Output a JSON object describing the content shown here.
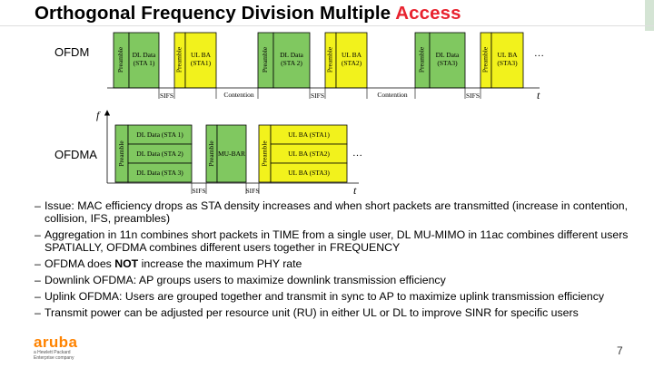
{
  "title": {
    "main": "Orthogonal Frequency Division Multiple ",
    "accent": "Access",
    "accent_color": "#e8232f"
  },
  "colors": {
    "green": "#80c860",
    "yellow": "#f2f21c",
    "logo": "#ff8300"
  },
  "ofdm": {
    "label": "OFDM",
    "preamble": "Preamble",
    "frames": [
      "DL Data\n(STA 1)",
      "UL BA\n(STA1)",
      "DL Data\n(STA 2)",
      "UL BA\n(STA2)",
      "DL Data\n(STA3)",
      "UL BA\n(STA3)"
    ],
    "gaps": [
      "SIFS",
      "Contention",
      "SIFS",
      "Contention",
      "SIFS"
    ],
    "ellipsis": "…",
    "axis": "t"
  },
  "ofdma": {
    "label": "OFDMA",
    "preamble": "Preamble",
    "axis_y": "f",
    "axis_x": "t",
    "dl": [
      "DL Data (STA 1)",
      "DL Data (STA 2)",
      "DL Data (STA 3)"
    ],
    "mubar": "MU-BAR",
    "ul": [
      "UL BA (STA1)",
      "UL BA (STA2)",
      "UL BA (STA3)"
    ],
    "gaps": [
      "SIFS",
      "SIFS"
    ],
    "ellipsis": "…"
  },
  "bullets": [
    {
      "text": "Issue: MAC efficiency drops as STA density increases and when short packets are transmitted (increase in contention, collision, IFS, preambles)"
    },
    {
      "text": "Aggregation in 11n combines short packets in TIME from a single user, DL MU-MIMO in 11ac combines different users SPATIALLY, OFDMA combines different users together in FREQUENCY"
    },
    {
      "pre": "OFDMA does ",
      "bold": "NOT",
      "post": " increase the maximum PHY rate"
    },
    {
      "text": "Downlink OFDMA: AP groups users to maximize downlink transmission efficiency"
    },
    {
      "text": "Uplink OFDMA: Users are grouped together and transmit in sync to AP to maximize uplink transmission efficiency"
    },
    {
      "text": "Transmit power can be adjusted per resource unit (RU) in either UL or DL to improve SINR for specific users"
    }
  ],
  "logo": {
    "word": "aruba",
    "tagline1": "a Hewlett Packard",
    "tagline2": "Enterprise company"
  },
  "page_number": "7"
}
